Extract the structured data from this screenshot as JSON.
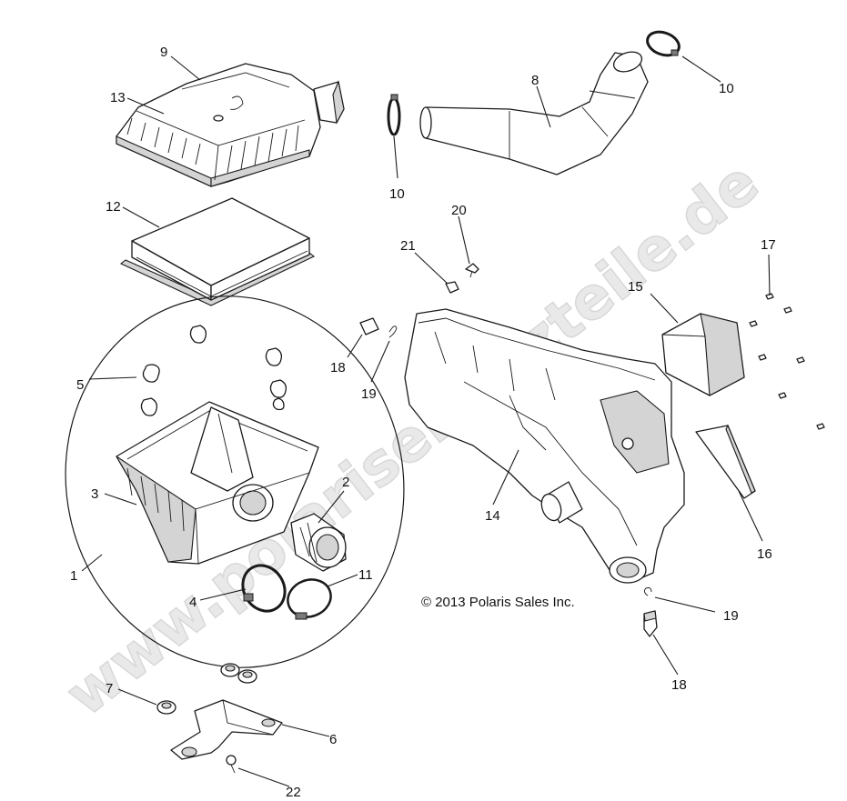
{
  "watermark": "www.polarisersatzteile.de",
  "copyright": "© 2013 Polaris Sales Inc.",
  "callouts": [
    {
      "id": "c9",
      "label": "9"
    },
    {
      "id": "c13",
      "label": "13"
    },
    {
      "id": "c12",
      "label": "12"
    },
    {
      "id": "c5",
      "label": "5"
    },
    {
      "id": "c3",
      "label": "3"
    },
    {
      "id": "c2",
      "label": "2"
    },
    {
      "id": "c1",
      "label": "1"
    },
    {
      "id": "c4",
      "label": "4"
    },
    {
      "id": "c11",
      "label": "11"
    },
    {
      "id": "c7",
      "label": "7"
    },
    {
      "id": "c6",
      "label": "6"
    },
    {
      "id": "c22",
      "label": "22"
    },
    {
      "id": "c8",
      "label": "8"
    },
    {
      "id": "c10a",
      "label": "10"
    },
    {
      "id": "c10b",
      "label": "10"
    },
    {
      "id": "c20",
      "label": "20"
    },
    {
      "id": "c21",
      "label": "21"
    },
    {
      "id": "c18a",
      "label": "18"
    },
    {
      "id": "c19a",
      "label": "19"
    },
    {
      "id": "c14",
      "label": "14"
    },
    {
      "id": "c15",
      "label": "15"
    },
    {
      "id": "c17",
      "label": "17"
    },
    {
      "id": "c16",
      "label": "16"
    },
    {
      "id": "c19b",
      "label": "19"
    },
    {
      "id": "c18b",
      "label": "18"
    }
  ]
}
